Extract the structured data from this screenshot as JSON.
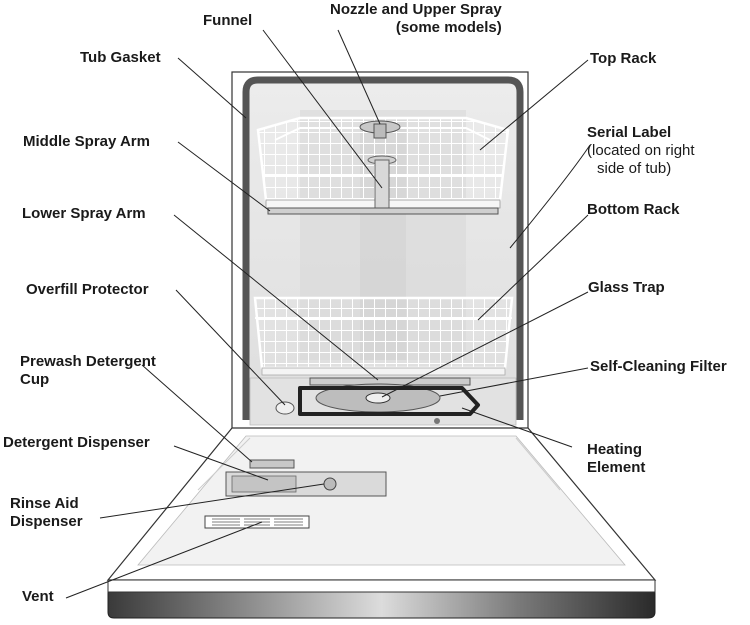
{
  "labels": {
    "funnel": "Funnel",
    "nozzle_line1": "Nozzle and Upper Spray",
    "nozzle_line2": "(some models)",
    "tub_gasket": "Tub Gasket",
    "top_rack": "Top Rack",
    "middle_spray_arm": "Middle Spray Arm",
    "serial_label_title": "Serial  Label",
    "serial_label_note1": "(located on right",
    "serial_label_note2": "side of tub)",
    "lower_spray_arm": "Lower Spray Arm",
    "bottom_rack": "Bottom Rack",
    "overfill_protector": "Overfill Protector",
    "glass_trap": "Glass Trap",
    "prewash_line1": "Prewash Detergent",
    "prewash_line2": "Cup",
    "self_cleaning_filter": "Self-Cleaning Filter",
    "detergent_dispenser": "Detergent Dispenser",
    "heating_line1": "Heating",
    "heating_line2": "Element",
    "rinse_line1": "Rinse Aid",
    "rinse_line2": "Dispenser",
    "vent": "Vent"
  },
  "colors": {
    "tub_wall": "#e4e4e4",
    "tub_gasket": "#555555",
    "door_panel": "#dcdcdc",
    "heating_element": "#222222",
    "leader_line": "#222222"
  }
}
